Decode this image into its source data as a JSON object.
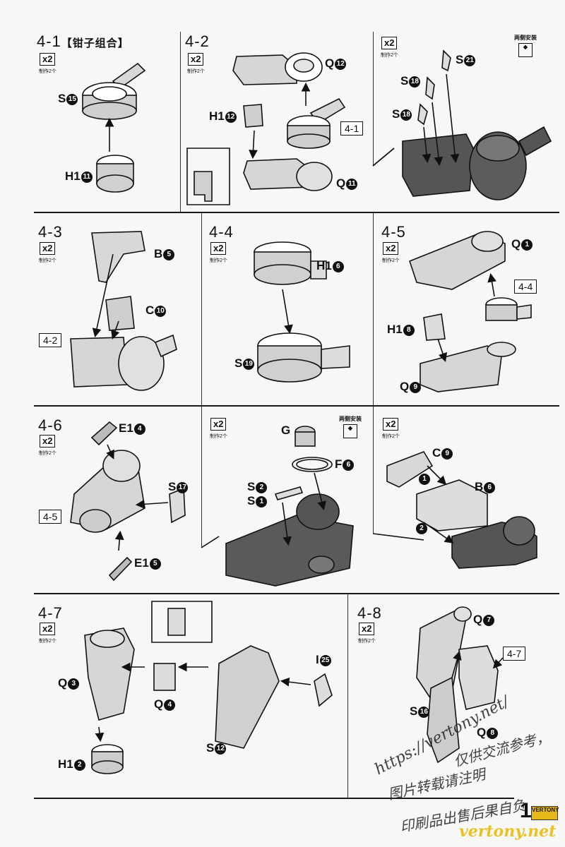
{
  "panels": {
    "p41": {
      "step": "4-1",
      "subtitle": "【钳子组合】",
      "qty": "x2",
      "make": "制作2个",
      "parts": {
        "a": {
          "code": "S",
          "num": "15"
        },
        "b": {
          "code": "H1",
          "num": "11"
        }
      }
    },
    "p42": {
      "step": "4-2",
      "qty": "x2",
      "make": "制作2个",
      "parts": {
        "a": {
          "code": "Q",
          "num": "12"
        },
        "b": {
          "code": "H1",
          "num": "12"
        },
        "c": {
          "code": "Q",
          "num": "11"
        }
      },
      "ref": "4-1"
    },
    "p42b": {
      "qty": "x2",
      "make": "制作2个",
      "both": "两侧安装",
      "parts": {
        "a": {
          "code": "S",
          "num": "21"
        },
        "b": {
          "code": "S",
          "num": "18"
        },
        "c": {
          "code": "S",
          "num": "18"
        }
      }
    },
    "p43": {
      "step": "4-3",
      "qty": "x2",
      "make": "制作2个",
      "parts": {
        "a": {
          "code": "B",
          "num": "5"
        },
        "b": {
          "code": "C",
          "num": "10"
        }
      },
      "ref": "4-2"
    },
    "p44": {
      "step": "4-4",
      "qty": "x2",
      "make": "制作2个",
      "parts": {
        "a": {
          "code": "H1",
          "num": "6"
        },
        "b": {
          "code": "S",
          "num": "19"
        }
      }
    },
    "p45": {
      "step": "4-5",
      "qty": "x2",
      "make": "制作2个",
      "parts": {
        "a": {
          "code": "Q",
          "num": "1"
        },
        "b": {
          "code": "H1",
          "num": "8"
        },
        "c": {
          "code": "Q",
          "num": "9"
        }
      },
      "ref": "4-4"
    },
    "p46": {
      "step": "4-6",
      "qty": "x2",
      "make": "制作2个",
      "parts": {
        "a": {
          "code": "E1",
          "num": "4"
        },
        "b": {
          "code": "S",
          "num": "17"
        },
        "c": {
          "code": "E1",
          "num": "5"
        }
      },
      "ref": "4-5"
    },
    "p46b": {
      "qty": "x2",
      "make": "制作2个",
      "both": "两侧安装",
      "parts": {
        "a": {
          "code": "G",
          "num": ""
        },
        "b": {
          "code": "F",
          "num": "6"
        },
        "c": {
          "code": "S",
          "num": "2"
        },
        "d": {
          "code": "S",
          "num": "1"
        }
      }
    },
    "p46c": {
      "qty": "x2",
      "make": "制作2个",
      "parts": {
        "a": {
          "code": "C",
          "num": "9"
        },
        "b": {
          "code": "B",
          "num": "6"
        }
      },
      "seq1": "1",
      "seq2": "2"
    },
    "p47": {
      "step": "4-7",
      "qty": "x2",
      "make": "制作2个",
      "parts": {
        "a": {
          "code": "Q",
          "num": "3"
        },
        "b": {
          "code": "Q",
          "num": "4"
        },
        "c": {
          "code": "H1",
          "num": "2"
        },
        "d": {
          "code": "S",
          "num": "12"
        },
        "e": {
          "code": "I",
          "num": "25"
        }
      }
    },
    "p48": {
      "step": "4-8",
      "qty": "x2",
      "make": "制作2个",
      "parts": {
        "a": {
          "code": "Q",
          "num": "7"
        },
        "b": {
          "code": "S",
          "num": "16"
        },
        "c": {
          "code": "Q",
          "num": "8"
        }
      },
      "ref": "4-7"
    }
  },
  "watermark": {
    "url": "https://vertony.net/",
    "line1": "仅供交流参考，",
    "line2": "图片转载请注明",
    "line3": "印刷品出售后果自负",
    "site": "vertony.net"
  },
  "footer": {
    "page_number": "1",
    "logo": "VERTONY"
  }
}
